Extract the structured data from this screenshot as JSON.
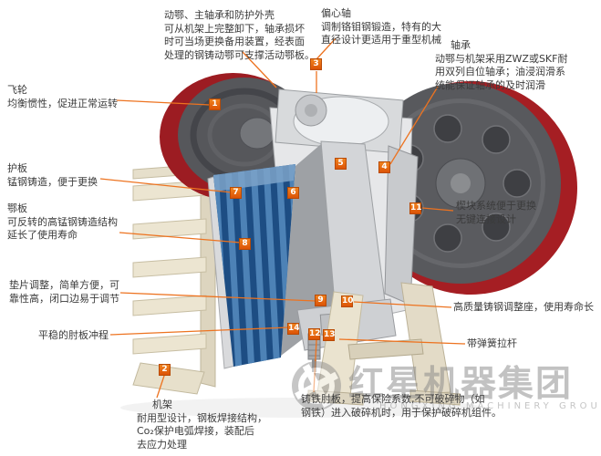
{
  "watermark": {
    "text": "红星机器集团",
    "subtext": "HONGXING MACHINERY GROUP"
  },
  "markers": {
    "m1": {
      "n": "1"
    },
    "m2": {
      "n": "2"
    },
    "m3": {
      "n": "3"
    },
    "m4": {
      "n": "4"
    },
    "m5": {
      "n": "5"
    },
    "m6": {
      "n": "6"
    },
    "m7": {
      "n": "7"
    },
    "m8": {
      "n": "8"
    },
    "m9": {
      "n": "9"
    },
    "m10": {
      "n": "10"
    },
    "m11": {
      "n": "11"
    },
    "m12": {
      "n": "12"
    },
    "m13": {
      "n": "13"
    },
    "m14": {
      "n": "14"
    }
  },
  "callouts": {
    "moving_jaw": {
      "title": "动鄂、主轴承和防护外壳",
      "body": "可从机架上完整卸下，轴承损坏\n时可当场更换备用装置，经表面\n处理的钢铸动鄂可支撑活动鄂板。"
    },
    "eccentric_shaft": {
      "title": "偏心轴",
      "body": "调制铬钼钢锻造，特有的大\n直径设计更适用于重型机械"
    },
    "bearing": {
      "title": "轴承",
      "body": "动鄂与机架采用ZWZ或SKF耐\n用双列自位轴承；油浸润滑系\n统能保证轴承的及时润滑"
    },
    "flywheel": {
      "title": "飞轮",
      "body": "均衡惯性，促进正常运转"
    },
    "guard_plate": {
      "title": "护板",
      "body": "锰钢铸造，便于更换"
    },
    "jaw_plate": {
      "title": "鄂板",
      "body": "可反转的高锰钢铸造结构\n延长了使用寿命"
    },
    "shim_adjustment": {
      "body": "垫片调整，简单方便，可\n靠性高，闭口边易于调节"
    },
    "toggle_stroke": {
      "body": "平稳的肘板冲程"
    },
    "frame": {
      "title": "机架",
      "body": "耐用型设计，钢板焊接结构，\nCo₂保护电弧焊接，装配后\n去应力处理"
    },
    "wedge_system": {
      "body": "楔块系统便于更换\n无键连接设计"
    },
    "adjustment_seat": {
      "body": "高质量铸钢调整座，使用寿命长"
    },
    "spring_rod": {
      "body": "带弹簧拉杆"
    },
    "cast_iron_toggle": {
      "body": "铸铁肘板，提高保险系数,不可破碎物（如\n钢铁）进入破碎机时，用于保护破碎机组件。"
    }
  }
}
